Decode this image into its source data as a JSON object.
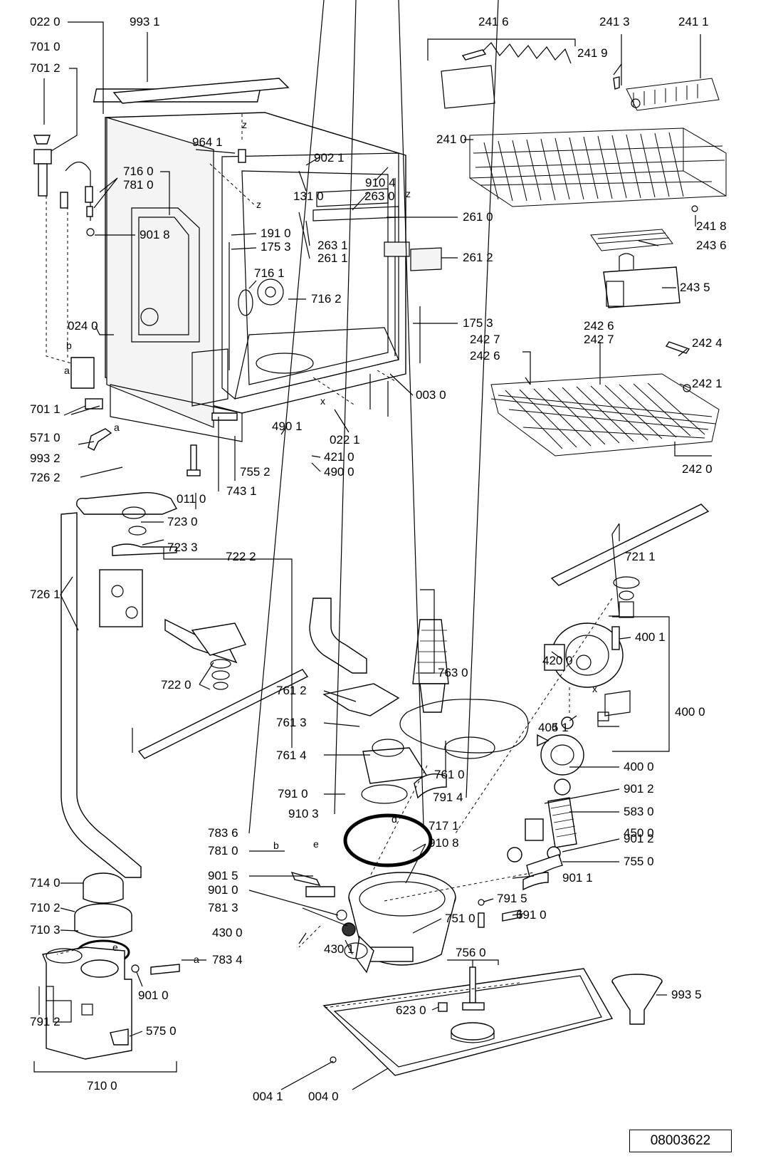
{
  "document_number": "08003622",
  "labels": {
    "l0220": "022 0",
    "l9931": "993 1",
    "l7010": "701 0",
    "l7012": "701 2",
    "l2416": "241 6",
    "l2413": "241 3",
    "l2411": "241 1",
    "l2419": "241 9",
    "l2410": "241 0",
    "l2418": "241 8",
    "l9641": "964 1",
    "l9021": "902 1",
    "l9104": "910 4",
    "l1310": "131 0",
    "l2630": "263 0",
    "l7160": "716 0",
    "l7810a": "781 0",
    "l9018": "901 8",
    "l1910": "191 0",
    "l1753a": "175 3",
    "l2631": "263 1",
    "l2611": "261 1",
    "l2610": "261 0",
    "l2612": "261 2",
    "l2436": "243 6",
    "l2435": "243 5",
    "l7161": "716 1",
    "l7162": "716 2",
    "l1753b": "175 3",
    "l0240": "024 0",
    "l2426a": "242 6",
    "l2427a": "242 7",
    "l2427b": "242 7",
    "l2426b": "242 6",
    "l2424": "242 4",
    "l2421": "242 1",
    "l2420": "242 0",
    "l0030": "003 0",
    "l7011": "701 1",
    "l5710": "571 0",
    "l4901": "490 1",
    "l0221": "022 1",
    "l4210": "421 0",
    "l4900": "490 0",
    "l9932": "993 2",
    "l7262": "726 2",
    "l7552": "755 2",
    "l7431": "743 1",
    "l0110": "011 0",
    "l7230": "723 0",
    "l7233": "723 3",
    "l7222": "722 2",
    "l7211": "721 1",
    "l7261": "726 1",
    "l7220": "722 0",
    "l7630": "763 0",
    "l4200": "420 0",
    "l4001": "400 1",
    "l4000a": "400 0",
    "l7612": "761 2",
    "l4051": "405 1",
    "l7613": "761 3",
    "l4000b": "400 0",
    "l7614": "761 4",
    "l7610": "761 0",
    "l9012a": "901 2",
    "l7910": "791 0",
    "l7914": "791 4",
    "l5830": "583 0",
    "l9103": "910 3",
    "l4500": "450 0",
    "l7171": "717 1",
    "l7836": "783 6",
    "l9108": "910 8",
    "l9012b": "901 2",
    "l7810b": "781 0",
    "l7550": "755 0",
    "l9015": "901 5",
    "l9011": "901 1",
    "l7140": "714 0",
    "l9010a": "901 0",
    "l7915": "791 5",
    "l7102": "710 2",
    "l7813": "781 3",
    "l7510": "751 0",
    "l6910": "691 0",
    "l7103": "710 3",
    "l4300": "430 0",
    "l4301": "430 1",
    "l7560": "756 0",
    "l7834": "783 4",
    "l9935": "993 5",
    "l6230": "623 0",
    "l9010b": "901 0",
    "l7912": "791 2",
    "l5750": "575 0",
    "l0041": "004 1",
    "l0040": "004 0",
    "l7100": "710 0"
  },
  "letters": {
    "z1": "z",
    "z2": "z",
    "z3": "z",
    "x1": "x",
    "x2": "x",
    "a1": "a",
    "a2": "a",
    "a3": "a",
    "b1": "b",
    "b2": "b",
    "d1": "d",
    "d2": "d",
    "e1": "e",
    "e2": "e"
  }
}
